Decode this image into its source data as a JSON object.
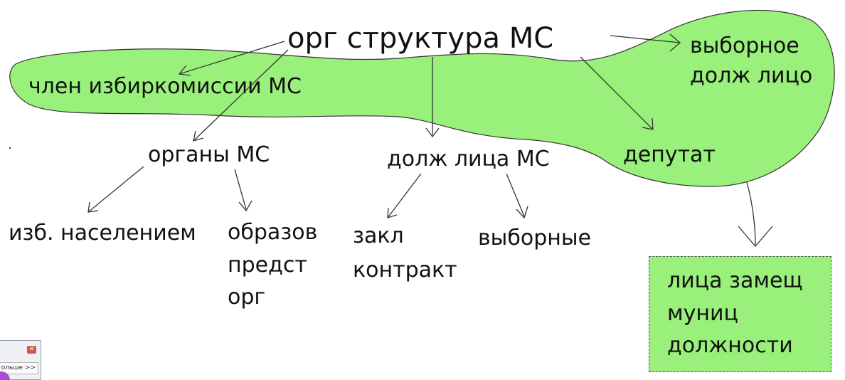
{
  "diagram": {
    "title": "орг структура МС",
    "nodes": {
      "member": "член избиркомиссии МС",
      "elected_official": [
        "выборное",
        "долж лицо"
      ],
      "deputy": "депутат",
      "bodies": "органы МС",
      "officials": "долж лица МС",
      "by_population": "изб. населением",
      "formed": [
        "образов",
        "предст",
        "орг"
      ],
      "contract": [
        "закл",
        "контракт"
      ],
      "elected": "выборные",
      "replacing": [
        "лица замещ",
        "муниц",
        "должности"
      ]
    },
    "colors": {
      "fill": "#99f07a",
      "outline": "#333333",
      "arrow": "#333333"
    }
  },
  "mini_window": {
    "close_icon": "close-icon",
    "more_label": "ольше >>"
  }
}
